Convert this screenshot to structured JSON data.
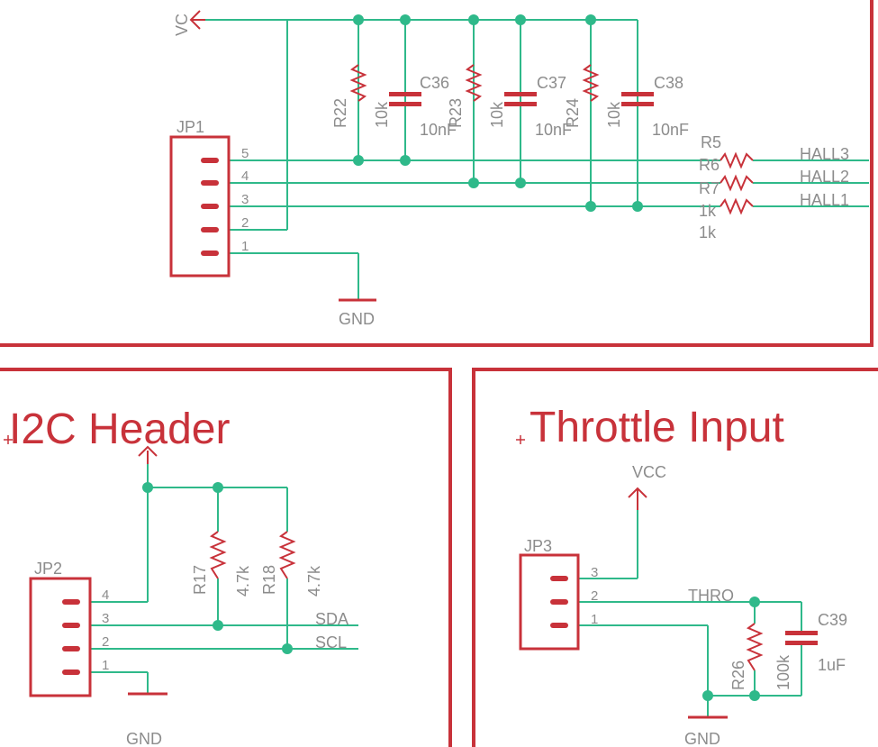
{
  "sections": {
    "i2c_title": "I2C Header",
    "throttle_title": "Throttle Input"
  },
  "power": {
    "vcc_top": "VC",
    "vcc_throttle": "VCC",
    "gnd_top": "GND",
    "gnd_i2c": "GND",
    "gnd_throttle": "GND"
  },
  "parts": {
    "r22": {
      "name": "R22",
      "value": "10k"
    },
    "r23": {
      "name": "R23",
      "value": "10k"
    },
    "r24": {
      "name": "R24",
      "value": "10k"
    },
    "c36": {
      "name": "C36",
      "value": "10nF"
    },
    "c37": {
      "name": "C37",
      "value": "10nF"
    },
    "c38": {
      "name": "C38",
      "value": "10nF"
    },
    "r5": {
      "name": "R5"
    },
    "r6": {
      "name": "R6"
    },
    "r7": {
      "name": "R7"
    },
    "r_series_value": "1k",
    "jp1": {
      "name": "JP1",
      "pins": [
        "5",
        "4",
        "3",
        "2",
        "1"
      ]
    },
    "jp2": {
      "name": "JP2",
      "pins": [
        "4",
        "3",
        "2",
        "1"
      ]
    },
    "jp3": {
      "name": "JP3",
      "pins": [
        "3",
        "2",
        "1"
      ]
    },
    "r17": {
      "name": "R17",
      "value": "4.7k"
    },
    "r18": {
      "name": "R18",
      "value": "4.7k"
    },
    "r26": {
      "name": "R26",
      "value": "100k"
    },
    "c39": {
      "name": "C39",
      "value": "1uF"
    }
  },
  "nets": {
    "hall3": "HALL3",
    "hall2": "HALL2",
    "hall1": "HALL1",
    "sda": "SDA",
    "scl": "SCL",
    "thro": "THRO"
  },
  "colors": {
    "frame": "#c8323a",
    "wire": "#2fb98a",
    "label": "#8c8c8c"
  }
}
